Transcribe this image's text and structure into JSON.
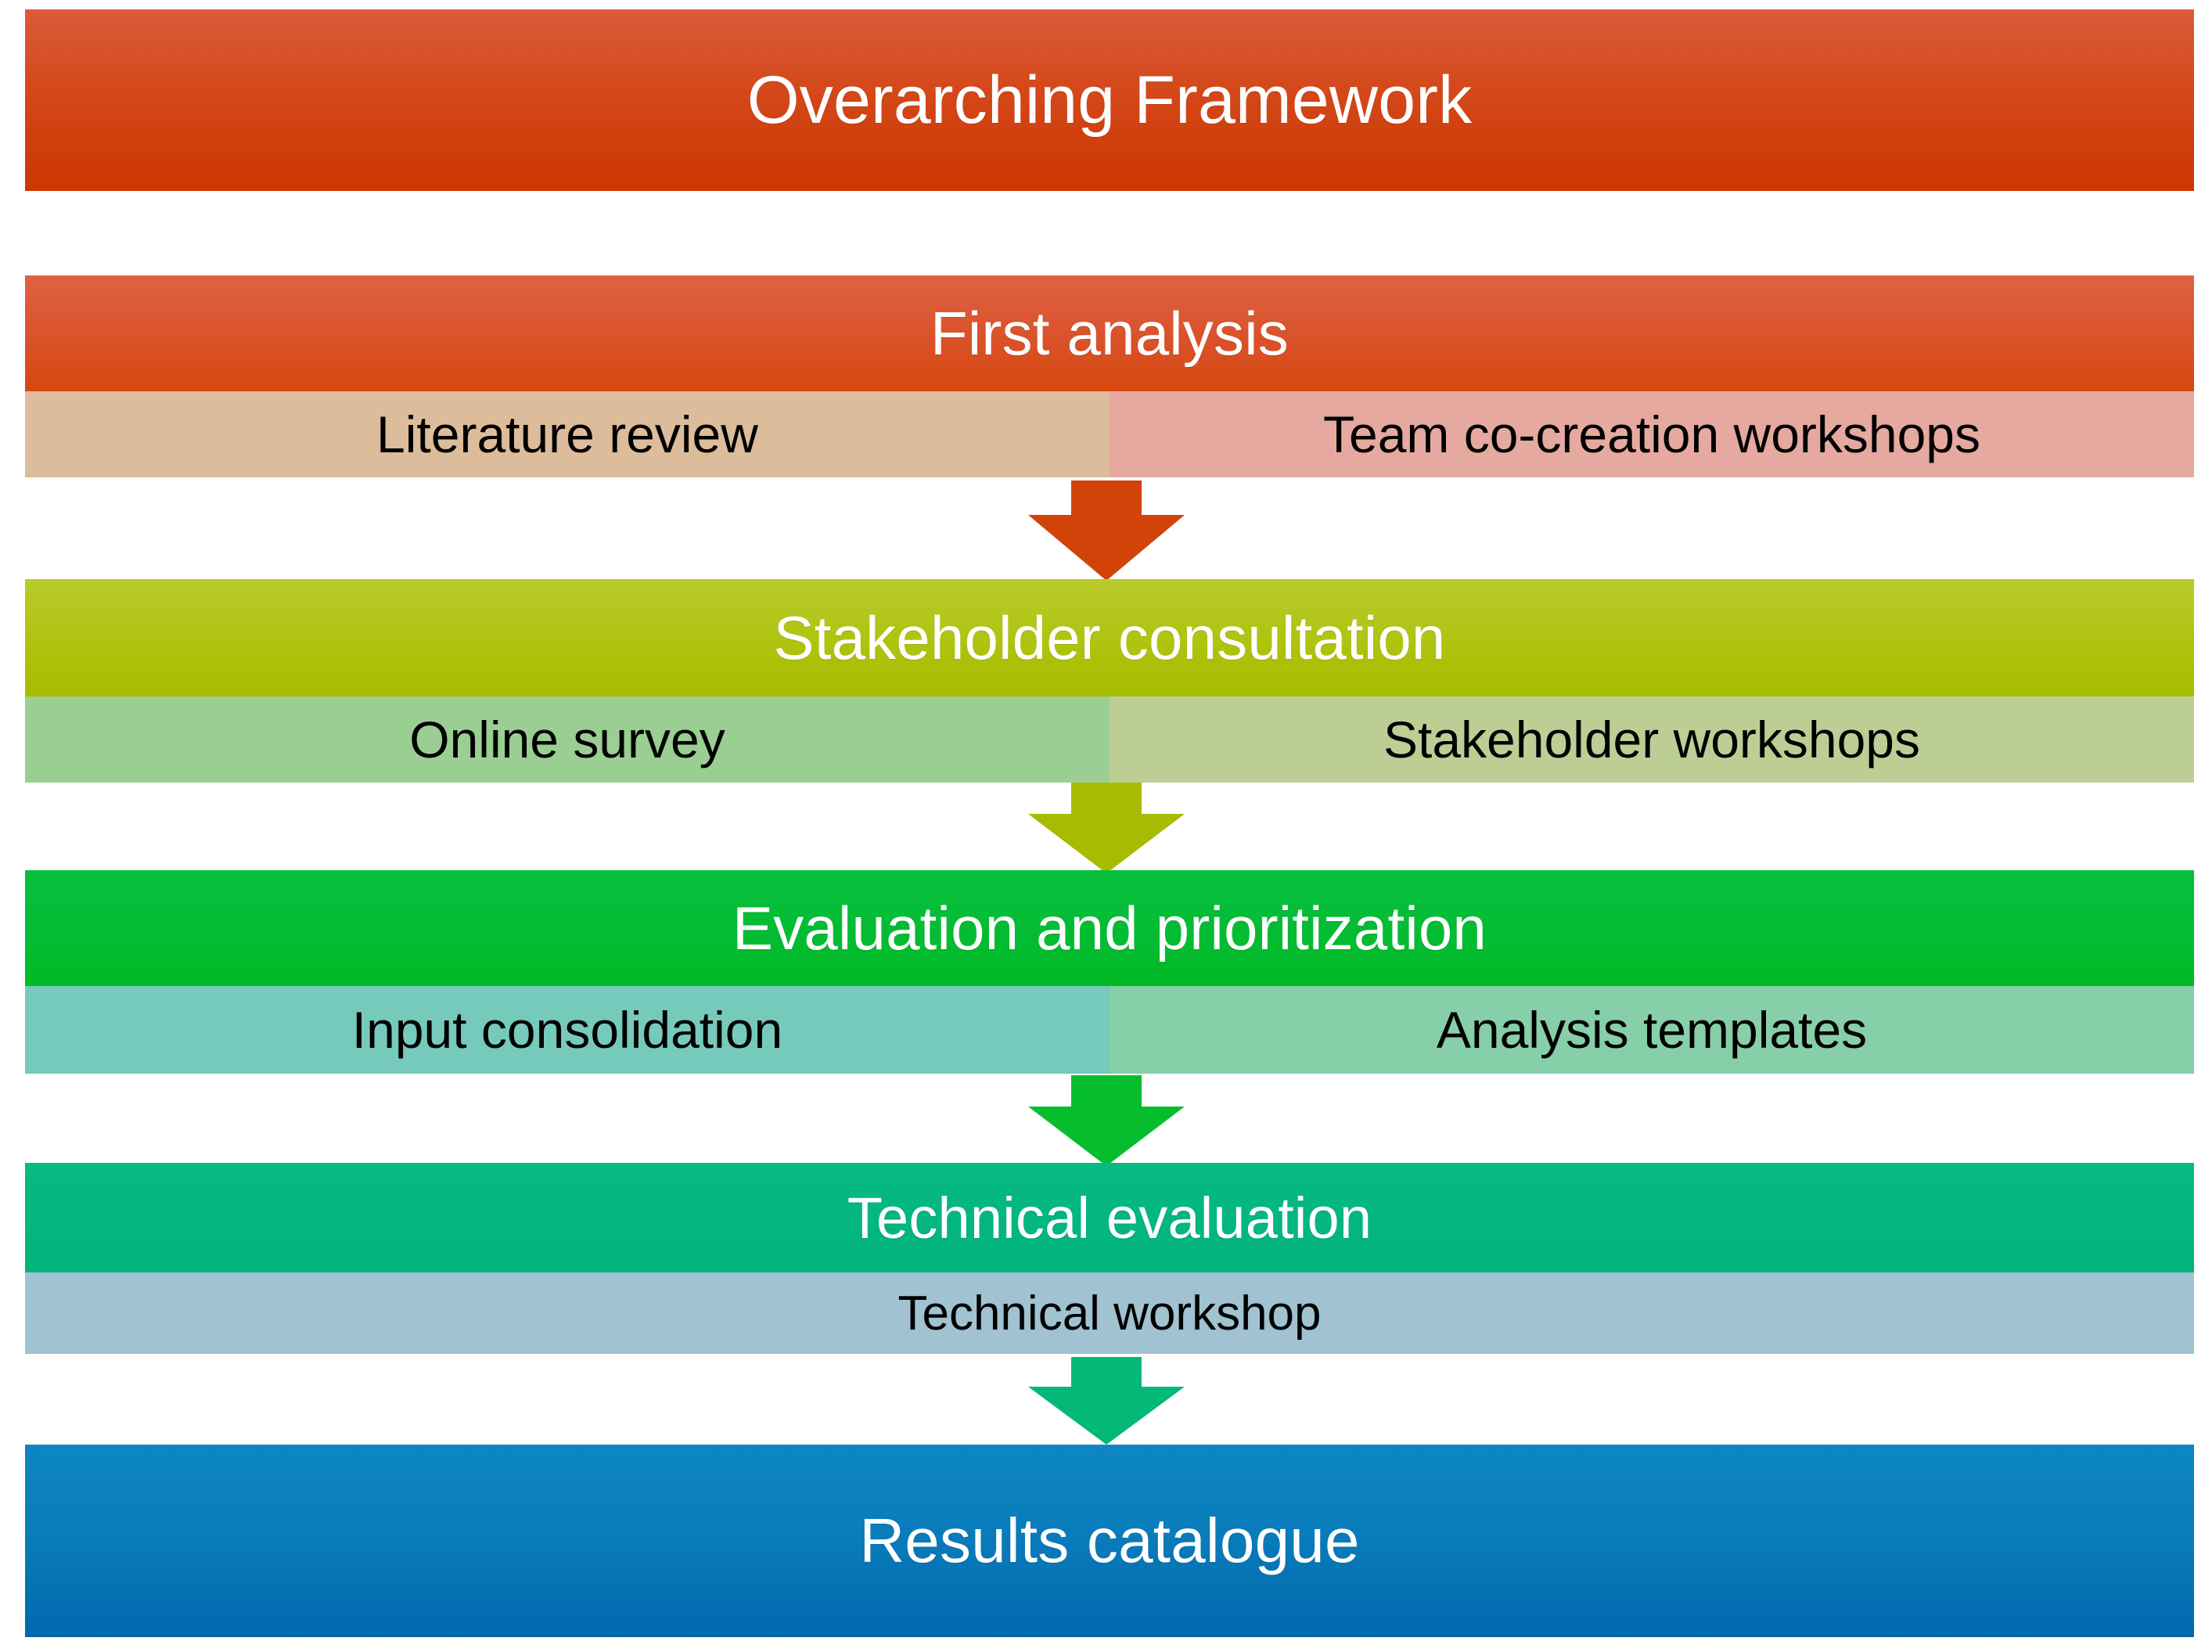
{
  "diagram": {
    "title": "Overarching Framework",
    "top_banner": {
      "label": "Overarching Framework",
      "color": "#D4491B"
    },
    "stages": [
      {
        "name": "first-analysis",
        "header": "First analysis",
        "header_color": "#D9522A",
        "arrow_color": "#D2430A",
        "sub_items": [
          {
            "label": "Literature review",
            "color": "#DCBC9B"
          },
          {
            "label": "Team co-creation workshops",
            "color": "#E5A9A0"
          }
        ]
      },
      {
        "name": "stakeholder-consultation",
        "header": "Stakeholder consultation",
        "header_color": "#AFC30F",
        "arrow_color": "#A7BB00",
        "sub_items": [
          {
            "label": "Online survey",
            "color": "#9ACE92"
          },
          {
            "label": "Stakeholder workshops",
            "color": "#BDCE95"
          }
        ]
      },
      {
        "name": "evaluation-and-prioritization",
        "header": "Evaluation and prioritization",
        "header_color": "#04BC33",
        "arrow_color": "#01BA24",
        "sub_items": [
          {
            "label": "Input consolidation",
            "color": "#76CABB"
          },
          {
            "label": "Analysis templates",
            "color": "#86CFA9"
          }
        ]
      },
      {
        "name": "technical-evaluation",
        "header": "Technical evaluation",
        "header_color": "#04B67F",
        "arrow_color": "#02B37B",
        "sub_items": [
          {
            "label": "Technical workshop",
            "color": "#A0C2D1"
          }
        ]
      }
    ],
    "final": {
      "label": "Results catalogue",
      "color": "#0069AD"
    },
    "icons": {
      "flow_arrow": "down-arrow-icon"
    }
  }
}
